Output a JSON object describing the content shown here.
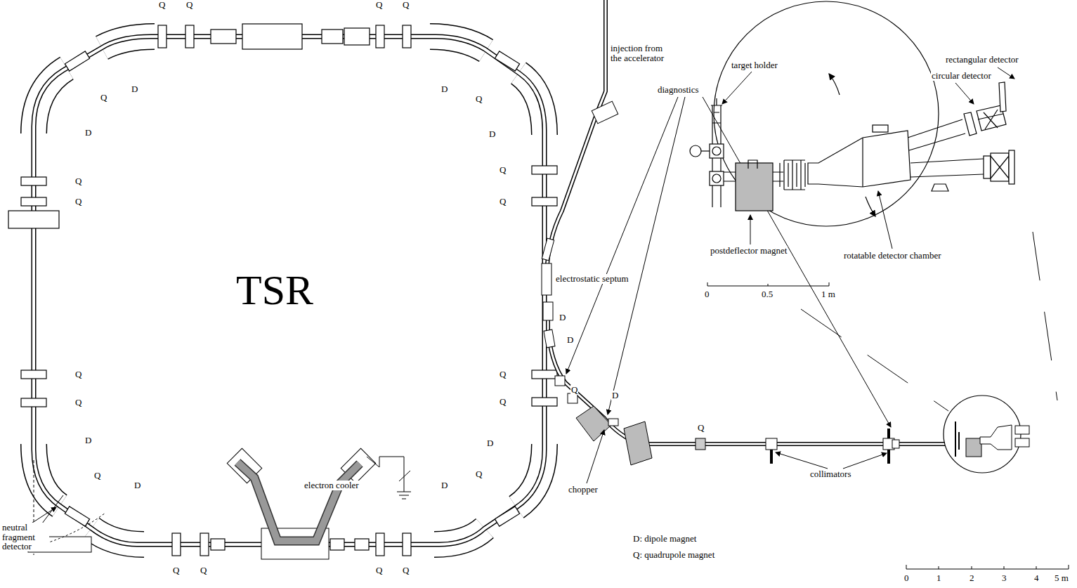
{
  "diagram": {
    "labels": [
      "Q",
      "Q",
      "Q",
      "Q",
      "Q",
      "D",
      "D",
      "Q",
      "Q",
      "Q",
      "Q",
      "D",
      "Q",
      "D",
      "Q",
      "Q",
      "Q",
      "Q",
      "D",
      "Q",
      "D",
      "Q",
      "Q",
      "Q",
      "Q",
      "D",
      "Q",
      "D",
      "TSR",
      "injection from the accelerator",
      "electrostatic septum",
      "D",
      "D",
      "diagnostics",
      "Q",
      "D",
      "Q",
      "chopper",
      "collimators",
      "electron cooler",
      "neutral fragment detector",
      "D: dipole magnet",
      "Q: quadrupole magnet",
      "0",
      "1",
      "2",
      "3",
      "4",
      "5 m",
      "target holder",
      "rectangular detector",
      "circular detector",
      "postdeflector magnet",
      "rotatable detector chamber",
      "0",
      "0.5",
      "1 m"
    ]
  }
}
